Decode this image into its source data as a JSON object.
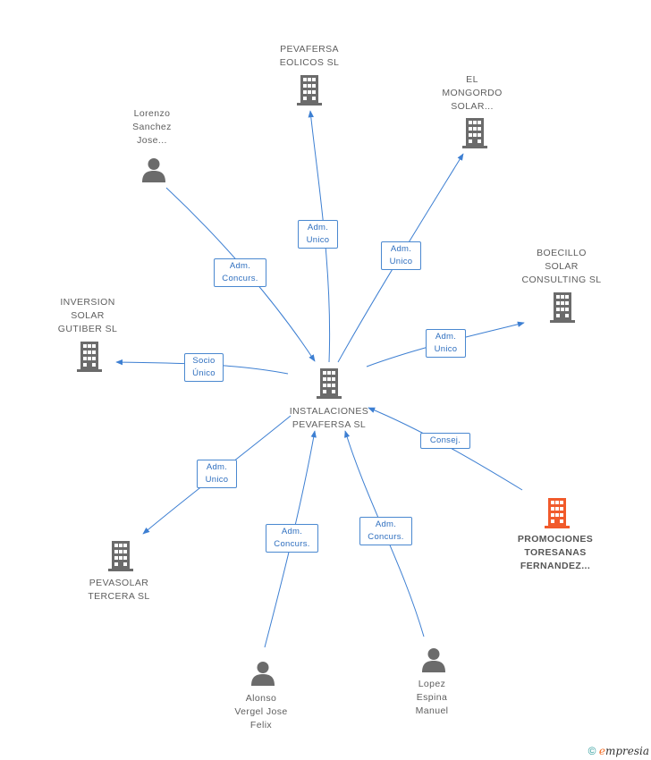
{
  "colors": {
    "edge": "#3d7fd2",
    "icon": "#6b6b6b",
    "highlight": "#f15a2b"
  },
  "nodes": {
    "center": {
      "label": "INSTALACIONES\nPEVAFERSA SL",
      "icon": "building-icon"
    },
    "pevafersa_eolicos": {
      "label": "PEVAFERSA\nEOLICOS SL",
      "icon": "building-icon"
    },
    "el_mongordo": {
      "label": "EL\nMONGORDO\nSOLAR...",
      "icon": "building-icon"
    },
    "lorenzo": {
      "label": "Lorenzo\nSanchez\nJose...",
      "icon": "person-icon"
    },
    "boecillo": {
      "label": "BOECILLO\nSOLAR\nCONSULTING SL",
      "icon": "building-icon"
    },
    "inversion": {
      "label": "INVERSION\nSOLAR\nGUTIBER SL",
      "icon": "building-icon"
    },
    "promociones": {
      "label": "PROMOCIONES\nTORESANAS\nFERNANDEZ...",
      "icon": "building-icon"
    },
    "pevasolar": {
      "label": "PEVASOLAR\nTERCERA SL",
      "icon": "building-icon"
    },
    "alonso": {
      "label": "Alonso\nVergel Jose\nFelix",
      "icon": "person-icon"
    },
    "lopez": {
      "label": "Lopez\nEspina\nManuel",
      "icon": "person-icon"
    }
  },
  "edges": {
    "pevafersa_eolicos": "Adm.\nUnico",
    "el_mongordo": "Adm.\nUnico",
    "lorenzo": "Adm.\nConcurs.",
    "boecillo": "Adm.\nUnico",
    "inversion": "Socio\nÚnico",
    "promociones": "Consej.",
    "pevasolar": "Adm.\nUnico",
    "alonso": "Adm.\nConcurs.",
    "lopez": "Adm.\nConcurs."
  },
  "footer": {
    "copyright": "©",
    "brand_initial": "e",
    "brand_rest": "mpresia"
  }
}
